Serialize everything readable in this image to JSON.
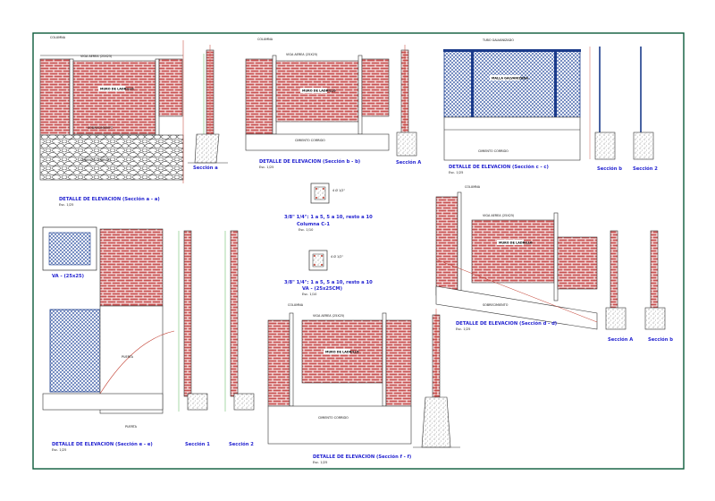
{
  "drawing": {
    "colors": {
      "frame": "#0c5a3a",
      "brick": "#c85050",
      "mortar": "#ffffff",
      "title": "#1f1fd0",
      "dim": "#2aa02a",
      "pipe": "#1a3a8a",
      "mesh": "#2a4fa0"
    },
    "labels": {
      "elev_a": "DETALLE DE ELEVACION (Sección a - a)",
      "elev_a_scale": "Esc. 1/25",
      "elev_b": "DETALLE DE ELEVACION (Sección b - b)",
      "elev_b_scale": "Esc. 1/25",
      "elev_c": "DETALLE DE ELEVACION (Sección c - c)",
      "elev_c_scale": "Esc. 1/25",
      "elev_d": "DETALLE DE ELEVACION (Sección d - d)",
      "elev_d_scale": "Esc. 1/25",
      "elev_e": "DETALLE DE ELEVACION (Sección e - e)",
      "elev_e_scale": "Esc. 1/25",
      "elev_f": "DETALLE DE ELEVACION (Sección f - f)",
      "elev_f_scale": "Esc. 1/25",
      "sec_a": "Sección a",
      "sec_A": "Sección A",
      "sec_1": "Sección 1",
      "sec_2": "Sección 2",
      "sec_b": "Sección b",
      "col_spec": "3/8\" 1/4\": 1 a 5, 5 a 10, resto a 10",
      "col_name": "Columna C-1",
      "beam_spec": "3/8\" 1/4\": 1 a 5, 5 a 10, resto a 10",
      "beam_name": "VA - (25x25CM)",
      "va": "VA - (25x25)",
      "cota1": "4 Ø 1/2\"",
      "cota2": "4 Ø 1/2\""
    }
  }
}
